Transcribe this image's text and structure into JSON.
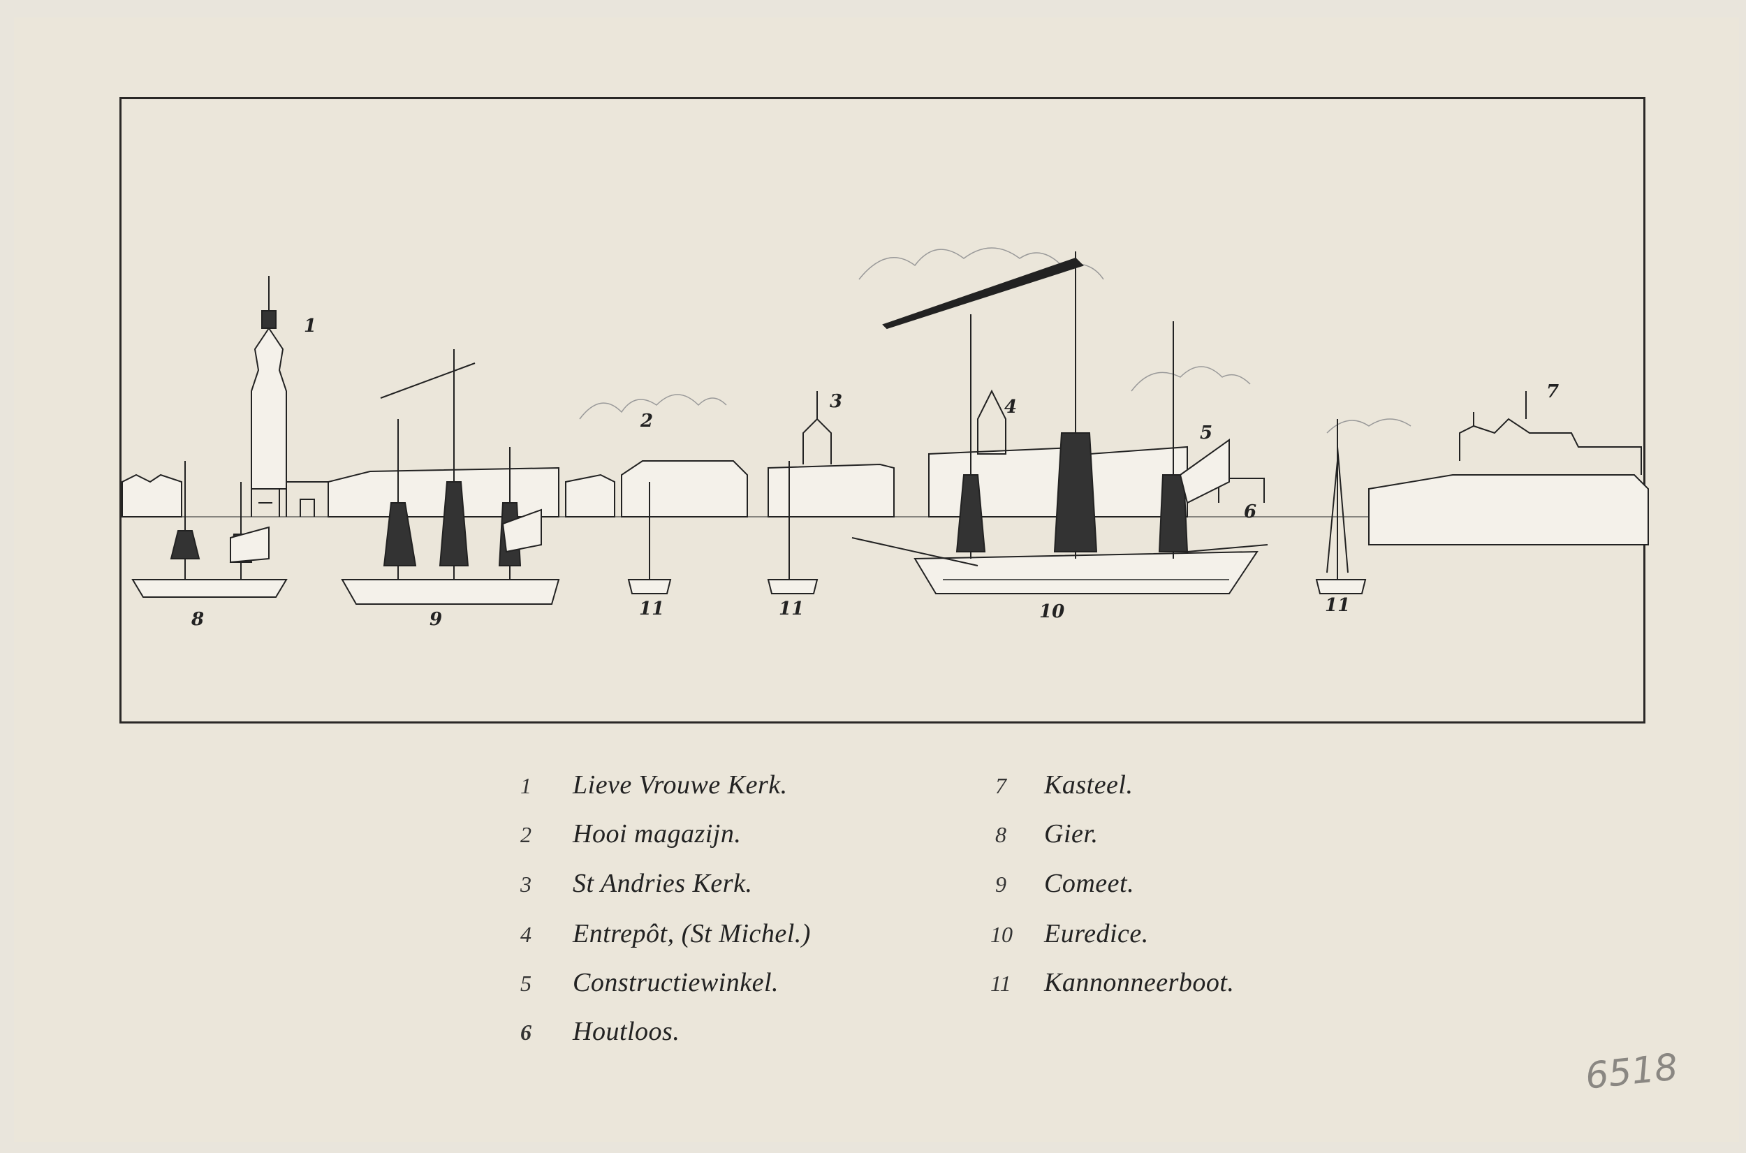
{
  "scene_labels": [
    "1",
    "2",
    "3",
    "4",
    "5",
    "6",
    "7",
    "8",
    "9",
    "11",
    "11",
    "10",
    "11"
  ],
  "legend": {
    "left": [
      {
        "num": "1",
        "text": "Lieve Vrouwe Kerk."
      },
      {
        "num": "2",
        "text": "Hooi magazijn."
      },
      {
        "num": "3",
        "text": "St Andries Kerk."
      },
      {
        "num": "4",
        "text": "Entrepôt, (St Michel.)"
      },
      {
        "num": "5",
        "text": "Constructiewinkel."
      },
      {
        "num": "6",
        "text": "Houtloos."
      }
    ],
    "right": [
      {
        "num": "7",
        "text": "Kasteel."
      },
      {
        "num": "8",
        "text": "Gier."
      },
      {
        "num": "9",
        "text": "Comeet."
      },
      {
        "num": "10",
        "text": "Euredice."
      },
      {
        "num": "11",
        "text": "Kannonneerboot."
      }
    ]
  },
  "inventory_number": "6518",
  "colors": {
    "paper": "#ebe6da",
    "ink": "#222222",
    "pencil": "#8a8782"
  }
}
